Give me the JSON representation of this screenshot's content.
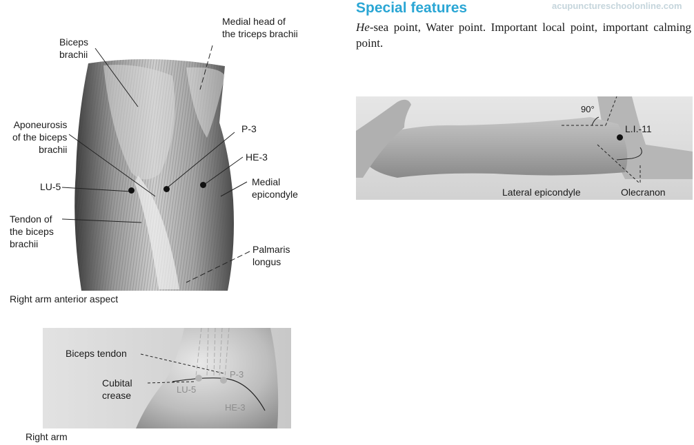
{
  "header": {
    "title": "Special features",
    "watermark": "acupunctureschoolonline.com"
  },
  "body": {
    "italic_lead": "He",
    "text": "-sea point, Water point. Important local point, important calming point."
  },
  "figure1": {
    "labels": {
      "biceps": "Biceps\nbrachii",
      "triceps": "Medial head of\nthe triceps brachii",
      "aponeurosis": "Aponeurosis\nof the biceps\nbrachii",
      "p3": "P-3",
      "he3": "HE-3",
      "lu5": "LU-5",
      "medial_epicondyle": "Medial\nepicondyle",
      "tendon": "Tendon of\nthe biceps\nbrachii",
      "palmaris": "Palmaris\nlongus"
    },
    "caption": "Right arm anterior aspect"
  },
  "figure2": {
    "angle": "90°",
    "li11": "L.I.-11",
    "lateral_epicondyle": "Lateral epicondyle",
    "olecranon": "Olecranon"
  },
  "figure3": {
    "biceps_tendon": "Biceps tendon",
    "cubital_crease": "Cubital\ncrease",
    "p3": "P-3",
    "lu5": "LU-5",
    "he3": "HE-3",
    "caption": "Right arm"
  }
}
